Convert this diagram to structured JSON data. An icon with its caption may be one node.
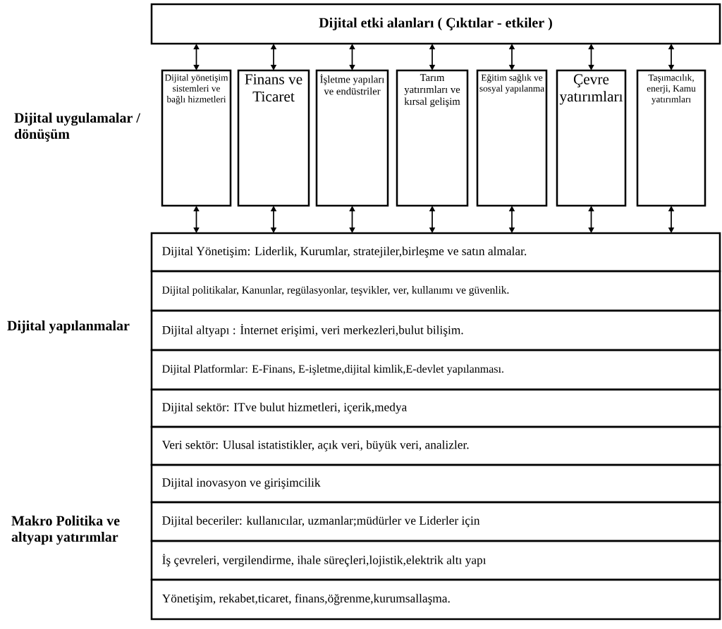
{
  "diagram": {
    "nodes": [
      {
        "text": [
          "Dijital etki alanları ( Çıktılar - etkiler )"
        ]
      },
      {
        "text": [
          "Dijital yönetişim sistemleri ve bağlı hizmetleri"
        ]
      },
      {
        "text": [
          "Finans ve Ticaret"
        ]
      },
      {
        "text": [
          "İşletme yapıları ve endüstriler"
        ]
      },
      {
        "text": [
          "Tarım yatırımları ve kırsal gelişim"
        ]
      },
      {
        "text": [
          "Eğitim sağlık ve sosyal yapılanma"
        ]
      },
      {
        "text": [
          "Çevre yatırımları"
        ]
      },
      {
        "text": [
          "Taşımacılık, enerji, Kamu yatırımları"
        ]
      },
      {
        "text": [
          "Dijital Yönetişim: Liderlik, Kurumlar, stratejiler,birleşme ve satın almalar."
        ]
      },
      {
        "text": [
          "Dijital politikalar, Kanunlar, regülasyonlar, teşvikler, ver, kullanımı ve güvenlik."
        ]
      },
      {
        "text": [
          "Dijital altyapı : İnternet erişimi, veri merkezleri,bulut bilişim."
        ]
      },
      {
        "text": [
          "Dijital Platformlar: E-Finans, E-işletme,dijital kimlik,E-devlet yapılanması."
        ]
      },
      {
        "text": [
          "Dijital sektör: ITve bulut hizmetleri, içerik,medya"
        ]
      },
      {
        "text": [
          "Veri sektör: Ulusal istatistikler, açık veri, büyük veri, analizler."
        ]
      },
      {
        "text": [
          "Dijital inovasyon ve girişimcilik"
        ]
      },
      {
        "text": [
          "Dijital beceriler: kullanıcılar, uzmanlar;müdürler ve Liderler için"
        ]
      },
      {
        "text": [
          "İş çevreleri, vergilendirme, ihale süreçleri,lojistik,elektrik altı yapı"
        ]
      },
      {
        "text": [
          "Yönetişim, rekabet,ticaret, finans,öğrenme,kurumsallaşma."
        ]
      }
    ],
    "edges": [
      {
        "from": 0,
        "to": 1,
        "arrow": "both"
      },
      {
        "from": 0,
        "to": 2,
        "arrow": "both"
      },
      {
        "from": 0,
        "to": 3,
        "arrow": "both"
      },
      {
        "from": 0,
        "to": 4,
        "arrow": "both"
      },
      {
        "from": 0,
        "to": 5,
        "arrow": "both"
      },
      {
        "from": 0,
        "to": 6,
        "arrow": "both"
      },
      {
        "from": 0,
        "to": 7,
        "arrow": "both"
      },
      {
        "from": 1,
        "to": 8,
        "arrow": "both"
      },
      {
        "from": 2,
        "to": 8,
        "arrow": "both"
      },
      {
        "from": 3,
        "to": 8,
        "arrow": "both"
      },
      {
        "from": 4,
        "to": 8,
        "arrow": "both"
      },
      {
        "from": 5,
        "to": 8,
        "arrow": "both"
      },
      {
        "from": 6,
        "to": 8,
        "arrow": "both"
      },
      {
        "from": 7,
        "to": 8,
        "arrow": "both"
      }
    ],
    "labels": [
      "Dijital uygulamalar / dönüşüm",
      "Dijital yapılanmalar",
      "Makro Politika ve altyapı yatırımlar"
    ]
  }
}
